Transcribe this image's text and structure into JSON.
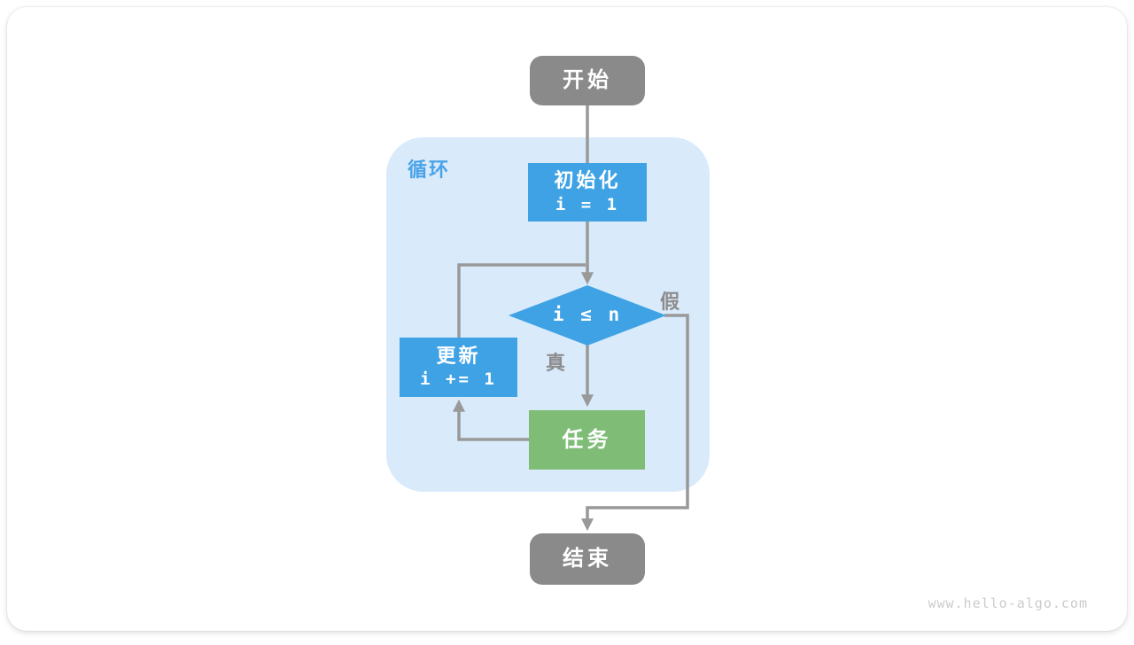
{
  "diagram": {
    "title_semantic": "loop flowchart",
    "start_label": "开始",
    "loop_label": "循环",
    "init_title": "初始化",
    "init_code": "i = 1",
    "condition_code": "i ≤ n",
    "true_label": "真",
    "false_label": "假",
    "update_title": "更新",
    "update_code": "i += 1",
    "task_label": "任务",
    "end_label": "结束"
  },
  "watermark": "www.hello-algo.com",
  "colors": {
    "process_blue": "#3fa2e4",
    "task_green": "#7fbd77",
    "terminal_gray": "#8a8a8a",
    "loop_background": "#d9eafb",
    "loop_label_blue": "#4aa3e8",
    "connector_gray": "#999999",
    "branch_label_gray": "#8c8c8c",
    "watermark_gray": "#cbcbcb"
  }
}
